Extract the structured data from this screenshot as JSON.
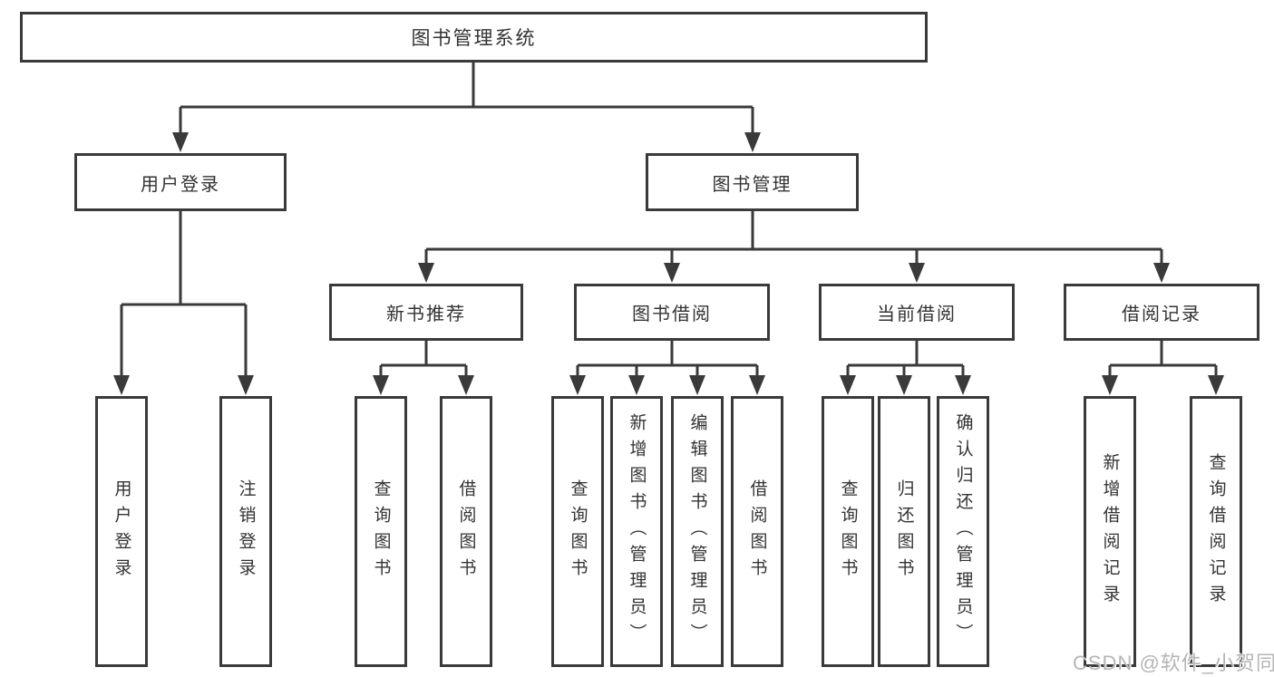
{
  "diagram_title": "图书管理系统",
  "tree": {
    "label": "图书管理系统",
    "children": [
      {
        "label": "用户登录",
        "children": [
          {
            "label": "用户登录"
          },
          {
            "label": "注销登录"
          }
        ]
      },
      {
        "label": "图书管理",
        "children": [
          {
            "label": "新书推荐",
            "children": [
              {
                "label": "查询图书"
              },
              {
                "label": "借阅图书"
              }
            ]
          },
          {
            "label": "图书借阅",
            "children": [
              {
                "label": "查询图书"
              },
              {
                "label": "新增图书（管理员）"
              },
              {
                "label": "编辑图书（管理员）"
              },
              {
                "label": "借阅图书"
              }
            ]
          },
          {
            "label": "当前借阅",
            "children": [
              {
                "label": "查询图书"
              },
              {
                "label": "归还图书"
              },
              {
                "label": "确认归还（管理员）"
              }
            ]
          },
          {
            "label": "借阅记录",
            "children": [
              {
                "label": "新增借阅记录"
              },
              {
                "label": "查询借阅记录"
              }
            ]
          }
        ]
      }
    ]
  },
  "watermark": {
    "text": "CSDN @软件_小贺同学"
  },
  "colors": {
    "line_and_border": "#3a3a3a",
    "label_text": "#333333",
    "watermark_text": "#b5b5b5",
    "background": "#ffffff"
  }
}
